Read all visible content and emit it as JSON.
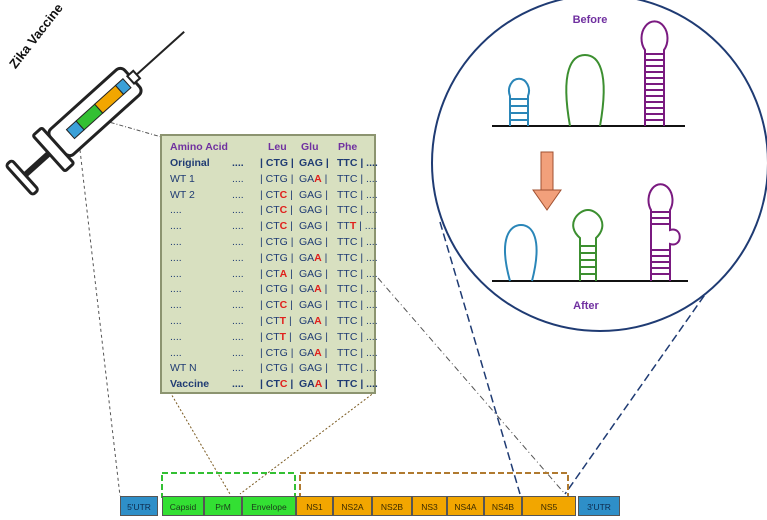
{
  "vaccine_label": "Zika Vaccine",
  "colors": {
    "purple": "#7030a0",
    "navy": "#1f3b73",
    "mutation_red": "#e0201c",
    "panel_bg": "#d8e0c0",
    "utr_blue": "#2e8fc8",
    "structural_green": "#33e033",
    "nonstructural_orange": "#f2a600",
    "arrow_salmon": "#f2a07b"
  },
  "icons": [
    "syringe-icon",
    "stem-loop-icon",
    "down-arrow-icon"
  ],
  "table": {
    "headers": {
      "name": "Amino Acid",
      "c1": "Leu",
      "c2": "Glu",
      "c3": "Phe"
    },
    "rows": [
      {
        "name": "Original",
        "dots": "....",
        "c1": "| CTG |",
        "c2": "GAG |",
        "c3": "TTC | ....",
        "bold": true
      },
      {
        "name": "WT 1",
        "dots": "....",
        "c1": "| CTG |",
        "c2": "GA",
        "c2m": "A",
        "c2e": " |",
        "c3": "TTC | ...."
      },
      {
        "name": "WT 2",
        "dots": "....",
        "c1": "| CT",
        "c1m": "C",
        "c1e": " |",
        "c2": "GAG |",
        "c3": "TTC | ...."
      },
      {
        "name": "....",
        "dots": "....",
        "c1": "| CT",
        "c1m": "C",
        "c1e": " |",
        "c2": "GAG |",
        "c3": "TTC | ...."
      },
      {
        "name": "....",
        "dots": "....",
        "c1": "| CT",
        "c1m": "C",
        "c1e": " |",
        "c2": "GAG |",
        "c3": "TT",
        "c3m": "T",
        "c3e": " | ...."
      },
      {
        "name": "....",
        "dots": "....",
        "c1": "| CTG |",
        "c2": "GAG |",
        "c3": "TTC | ...."
      },
      {
        "name": "....",
        "dots": "....",
        "c1": "| CTG |",
        "c2": "GA",
        "c2m": "A",
        "c2e": " |",
        "c3": "TTC | ...."
      },
      {
        "name": "....",
        "dots": "....",
        "c1": "| CT",
        "c1m": "A",
        "c1e": " |",
        "c2": "GAG |",
        "c3": "TTC | ...."
      },
      {
        "name": "....",
        "dots": "....",
        "c1": "| CTG |",
        "c2": "GA",
        "c2m": "A",
        "c2e": " |",
        "c3": "TTC | ...."
      },
      {
        "name": "....",
        "dots": "....",
        "c1": "| CT",
        "c1m": "C",
        "c1e": " |",
        "c2": "GAG |",
        "c3": "TTC | ...."
      },
      {
        "name": "....",
        "dots": "....",
        "c1": "| CT",
        "c1m": "T",
        "c1e": " |",
        "c2": "GA",
        "c2m": "A",
        "c2e": " |",
        "c3": "TTC | ...."
      },
      {
        "name": "....",
        "dots": "....",
        "c1": "| CT",
        "c1m": "T",
        "c1e": " |",
        "c2": "GAG |",
        "c3": "TTC | ...."
      },
      {
        "name": "....",
        "dots": "....",
        "c1": "| CTG |",
        "c2": "GA",
        "c2m": "A",
        "c2e": " |",
        "c3": "TTC | ...."
      },
      {
        "name": "WT N",
        "dots": "....",
        "c1": "| CTG |",
        "c2": "GAG |",
        "c3": "TTC | ...."
      },
      {
        "name": "Vaccine",
        "dots": "....",
        "c1": "| CT",
        "c1m": "C",
        "c1e": " |",
        "c2": "GA",
        "c2m": "A",
        "c2e": " |",
        "c3": "TTC | ....",
        "bold": true
      }
    ]
  },
  "inset": {
    "before_label": "Before",
    "after_label": "After"
  },
  "genome": {
    "segments": [
      {
        "label": "5'UTR",
        "group": "utr"
      },
      {
        "label": "Capsid",
        "group": "green"
      },
      {
        "label": "PrM",
        "group": "green"
      },
      {
        "label": "Envelope",
        "group": "green"
      },
      {
        "label": "NS1",
        "group": "orange"
      },
      {
        "label": "NS2A",
        "group": "orange"
      },
      {
        "label": "NS2B",
        "group": "orange"
      },
      {
        "label": "NS3",
        "group": "orange"
      },
      {
        "label": "NS4A",
        "group": "orange"
      },
      {
        "label": "NS4B",
        "group": "orange"
      },
      {
        "label": "NS5",
        "group": "orange"
      },
      {
        "label": "3'UTR",
        "group": "utr"
      }
    ]
  }
}
